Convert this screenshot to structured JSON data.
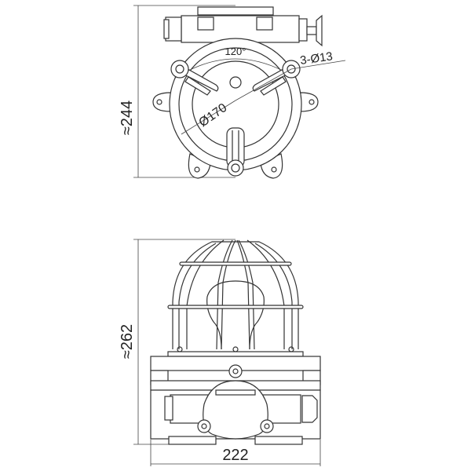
{
  "top_view": {
    "height_dim": "≈244",
    "angle_label": "120°",
    "hole_label": "3-Ø13",
    "diameter_label": "Ø170"
  },
  "front_view": {
    "height_dim": "≈262",
    "width_dim": "222"
  }
}
